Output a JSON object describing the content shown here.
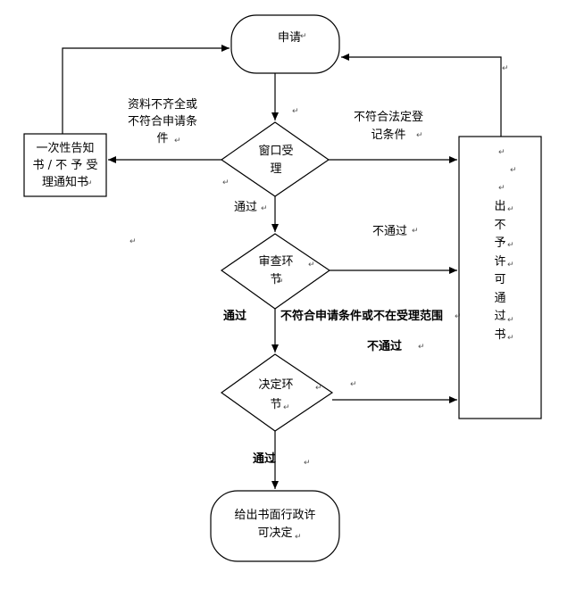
{
  "nodes": {
    "apply": "申请",
    "window_accept": [
      "窗口受",
      "理"
    ],
    "review": [
      "审查环",
      "节"
    ],
    "decide": [
      "决定环",
      "节"
    ],
    "final": [
      "给出书面行政许",
      "可决定"
    ],
    "notice": [
      "一次性告知",
      "书 / 不 予 受",
      "理通知书"
    ],
    "deny": "出不予许可通过书"
  },
  "edges": {
    "incomplete": [
      "资料不齐全或",
      "不符合申请条",
      "件"
    ],
    "not_legal": [
      "不符合法定登",
      "记条件"
    ],
    "pass1": "通过",
    "fail1": "不通过",
    "pass2": "通过",
    "out_of_scope": "不符合申请条件或不在受理范围",
    "fail2": "不通过",
    "pass3": "通过"
  },
  "marks": {
    "return": "↵"
  }
}
